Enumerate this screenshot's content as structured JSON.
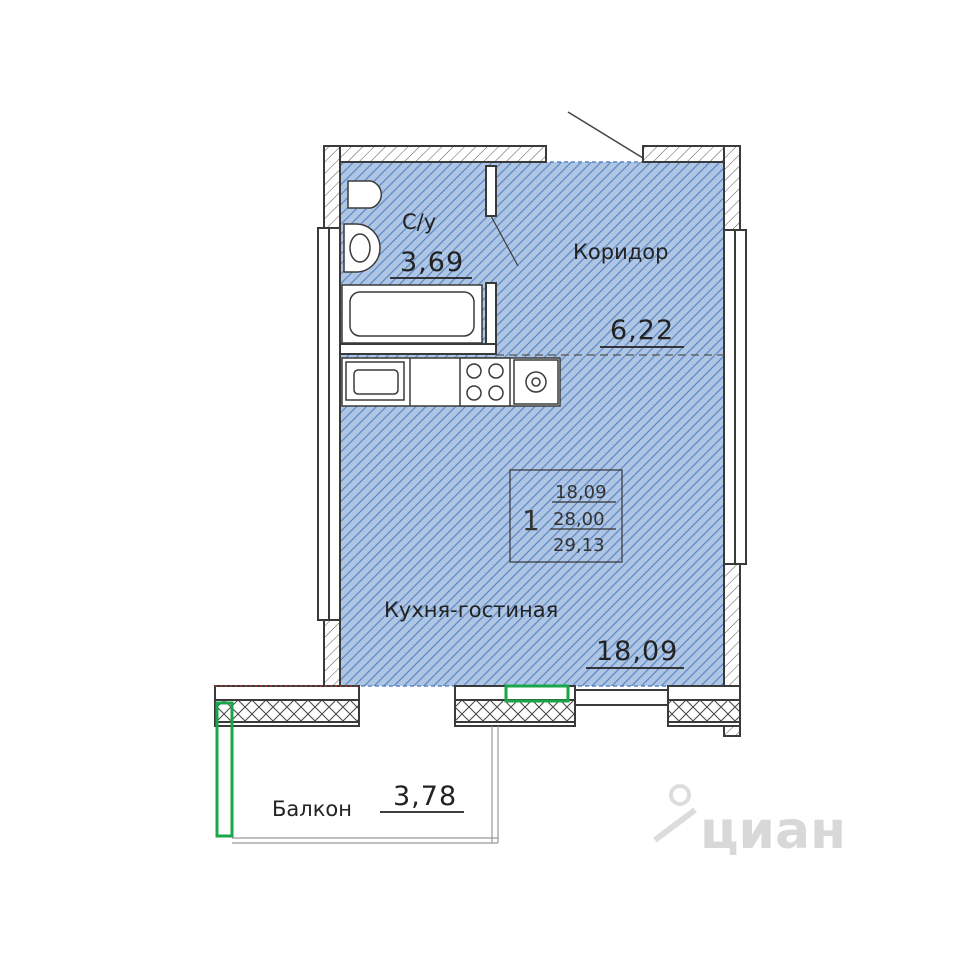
{
  "rooms": {
    "bathroom": {
      "name": "С/у",
      "area": "3,69"
    },
    "corridor": {
      "name": "Коридор",
      "area": "6,22"
    },
    "living": {
      "name": "Кухня-гостиная",
      "area": "18,09"
    },
    "balcony": {
      "name": "Балкон",
      "area": "3,78"
    }
  },
  "apartment": {
    "rooms_count": "1",
    "living_area": "18,09",
    "total_area": "28,00",
    "total_with_balcony": "29,13"
  },
  "watermark": {
    "text": "циан"
  },
  "colors": {
    "fill": "#a9c3e3",
    "hatch": "#4f7fc0",
    "wall": "#3a3a3a",
    "highlight": "#18a64b"
  }
}
